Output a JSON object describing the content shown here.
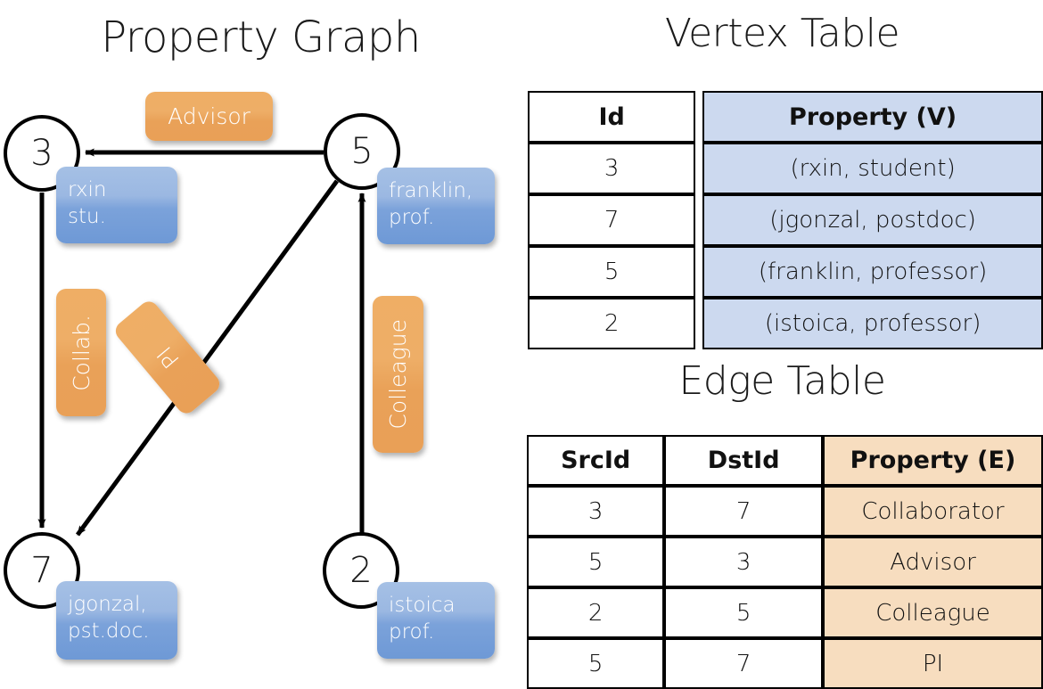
{
  "titles": {
    "property_graph": "Property Graph",
    "vertex_table": "Vertex Table",
    "edge_table": "Edge Table"
  },
  "colors": {
    "vertex_property_fill": "#ccd9ef",
    "edge_property_fill": "#f7ddbf",
    "vertex_box_blue": "#7ba2da",
    "edge_label_orange": "#e9a158",
    "line": "#000000"
  },
  "graph": {
    "vertices": [
      {
        "id": "3",
        "property_line1": "rxin",
        "property_line2": "stu."
      },
      {
        "id": "5",
        "property_line1": "franklin,",
        "property_line2": "prof."
      },
      {
        "id": "7",
        "property_line1": "jgonzal,",
        "property_line2": "pst.doc."
      },
      {
        "id": "2",
        "property_line1": "istoica",
        "property_line2": "prof."
      }
    ],
    "edge_labels": [
      {
        "name": "advisor",
        "text": "Advisor",
        "orientation": "horizontal"
      },
      {
        "name": "collab",
        "text": "Collab.",
        "orientation": "vertical"
      },
      {
        "name": "pi",
        "text": "PI",
        "orientation": "diagonal"
      },
      {
        "name": "colleague",
        "text": "Colleague",
        "orientation": "vertical"
      }
    ],
    "edges": [
      {
        "from": "5",
        "to": "3",
        "label": "Advisor"
      },
      {
        "from": "3",
        "to": "7",
        "label": "Collab."
      },
      {
        "from": "5",
        "to": "7",
        "label": "PI"
      },
      {
        "from": "2",
        "to": "5",
        "label": "Colleague"
      }
    ]
  },
  "vertex_table": {
    "headers": [
      "Id",
      "Property (V)"
    ],
    "rows": [
      {
        "id": "3",
        "property": "(rxin, student)"
      },
      {
        "id": "7",
        "property": "(jgonzal, postdoc)"
      },
      {
        "id": "5",
        "property": "(franklin, professor)"
      },
      {
        "id": "2",
        "property": "(istoica, professor)"
      }
    ]
  },
  "edge_table": {
    "headers": [
      "SrcId",
      "DstId",
      "Property (E)"
    ],
    "rows": [
      {
        "src": "3",
        "dst": "7",
        "property": "Collaborator"
      },
      {
        "src": "5",
        "dst": "3",
        "property": "Advisor"
      },
      {
        "src": "2",
        "dst": "5",
        "property": "Colleague"
      },
      {
        "src": "5",
        "dst": "7",
        "property": "PI"
      }
    ]
  }
}
